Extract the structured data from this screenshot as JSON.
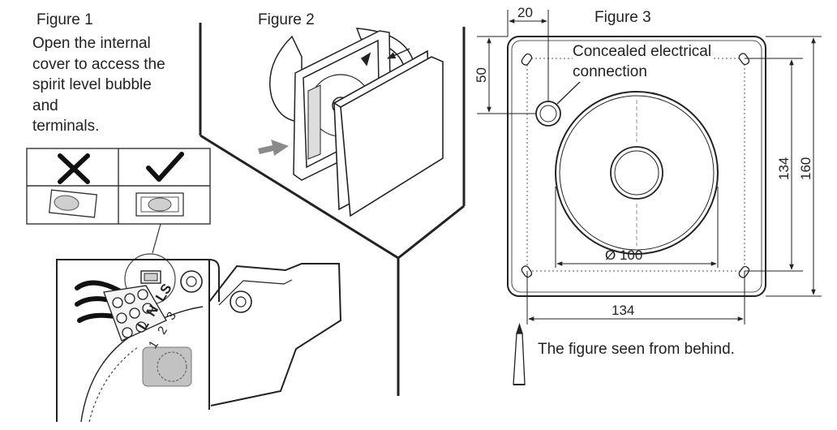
{
  "figure1": {
    "title": "Figure 1",
    "description_lines": [
      "Open the internal",
      "cover to access the",
      "spirit level bubble",
      "and",
      "terminals."
    ],
    "wrong_mark": "✕",
    "correct_mark": "✓",
    "terminal_labels": [
      "L",
      "N",
      "LS"
    ],
    "terminal_numbers": [
      "1",
      "2",
      "3"
    ]
  },
  "figure2": {
    "title": "Figure 2"
  },
  "figure3": {
    "title": "Figure 3",
    "dim_top": "20",
    "dim_left": "50",
    "dim_right_inner": "134",
    "dim_right_outer": "160",
    "dim_bottom": "134",
    "diameter": "Ø 100",
    "callout_line1": "Concealed electrical",
    "callout_line2": "connection",
    "caption": "The figure seen from behind."
  },
  "colors": {
    "line": "#222222",
    "dashed": "#555555",
    "arrow": "#8a8a8a",
    "shade": "#bdbdbd"
  }
}
